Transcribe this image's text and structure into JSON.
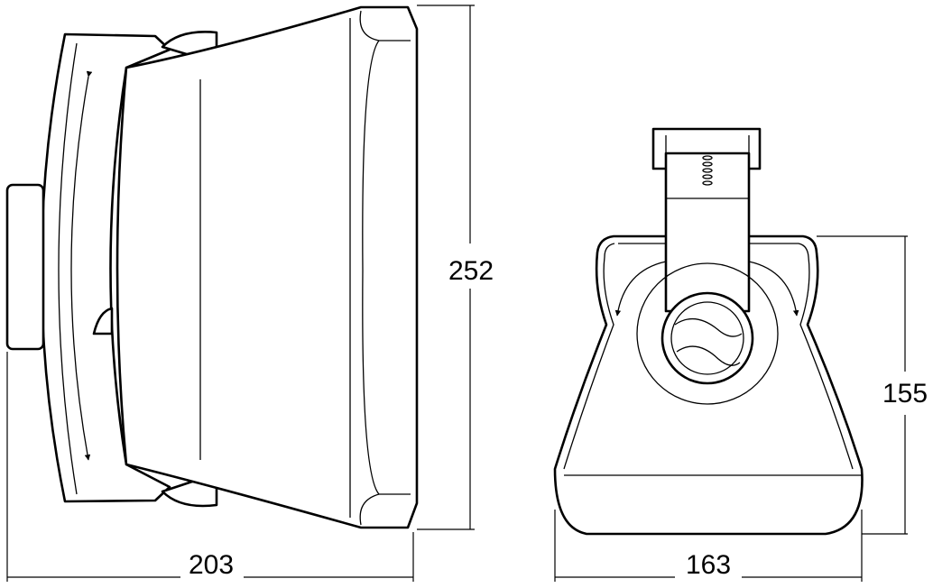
{
  "dimensions": {
    "side_depth": "203",
    "side_height": "252",
    "front_width": "163",
    "front_height": "155"
  }
}
